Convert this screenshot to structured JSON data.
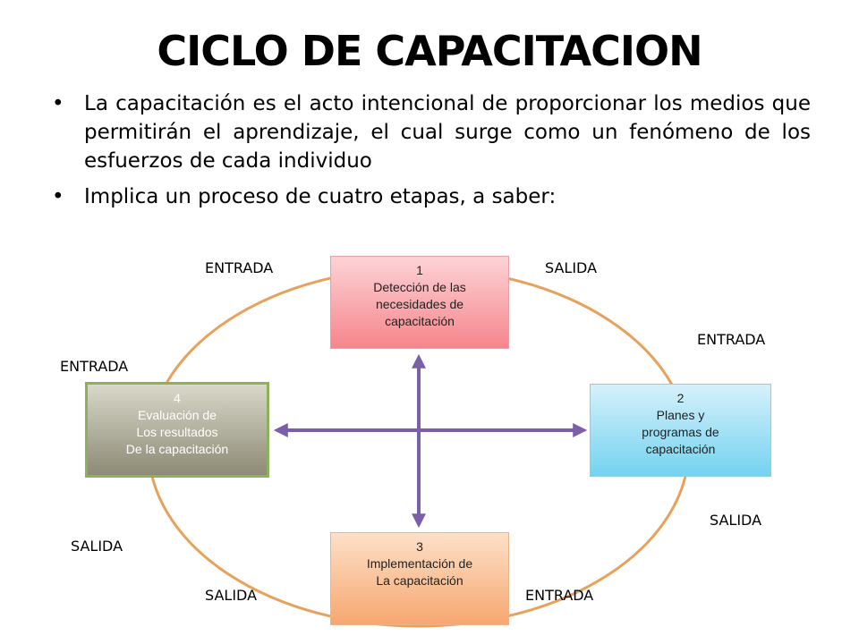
{
  "title": "CICLO DE CAPACITACION",
  "bullets": [
    "La capacitación es el acto intencional de proporcionar los medios que permitirán el aprendizaje, el cual surge como un fenómeno de los esfuerzos de cada individuo",
    "Implica un proceso de cuatro etapas,  a saber:"
  ],
  "bullet_glyph": "•",
  "stages": {
    "s1": {
      "number": "1",
      "line1": "Detección de las",
      "line2": "necesidades de",
      "line3": "capacitación"
    },
    "s2": {
      "number": "2",
      "line1": "Planes y",
      "line2": "programas de",
      "line3": "capacitación"
    },
    "s3": {
      "number": "3",
      "line1": "Implementación de",
      "line2": "La capacitación"
    },
    "s4": {
      "number": "4",
      "line1": "Evaluación de",
      "line2": "Los resultados",
      "line3": "De la capacitación"
    }
  },
  "labels": {
    "entrada": "ENTRADA",
    "salida": "SALIDA"
  },
  "colors": {
    "cycle": "#e8a15a",
    "arrows": "#7b5fa8",
    "stage1": "#f5868c",
    "stage2": "#73d3f0",
    "stage3": "#f7a770",
    "stage4": "#8d8a75",
    "stage4_border": "#8db05a"
  }
}
